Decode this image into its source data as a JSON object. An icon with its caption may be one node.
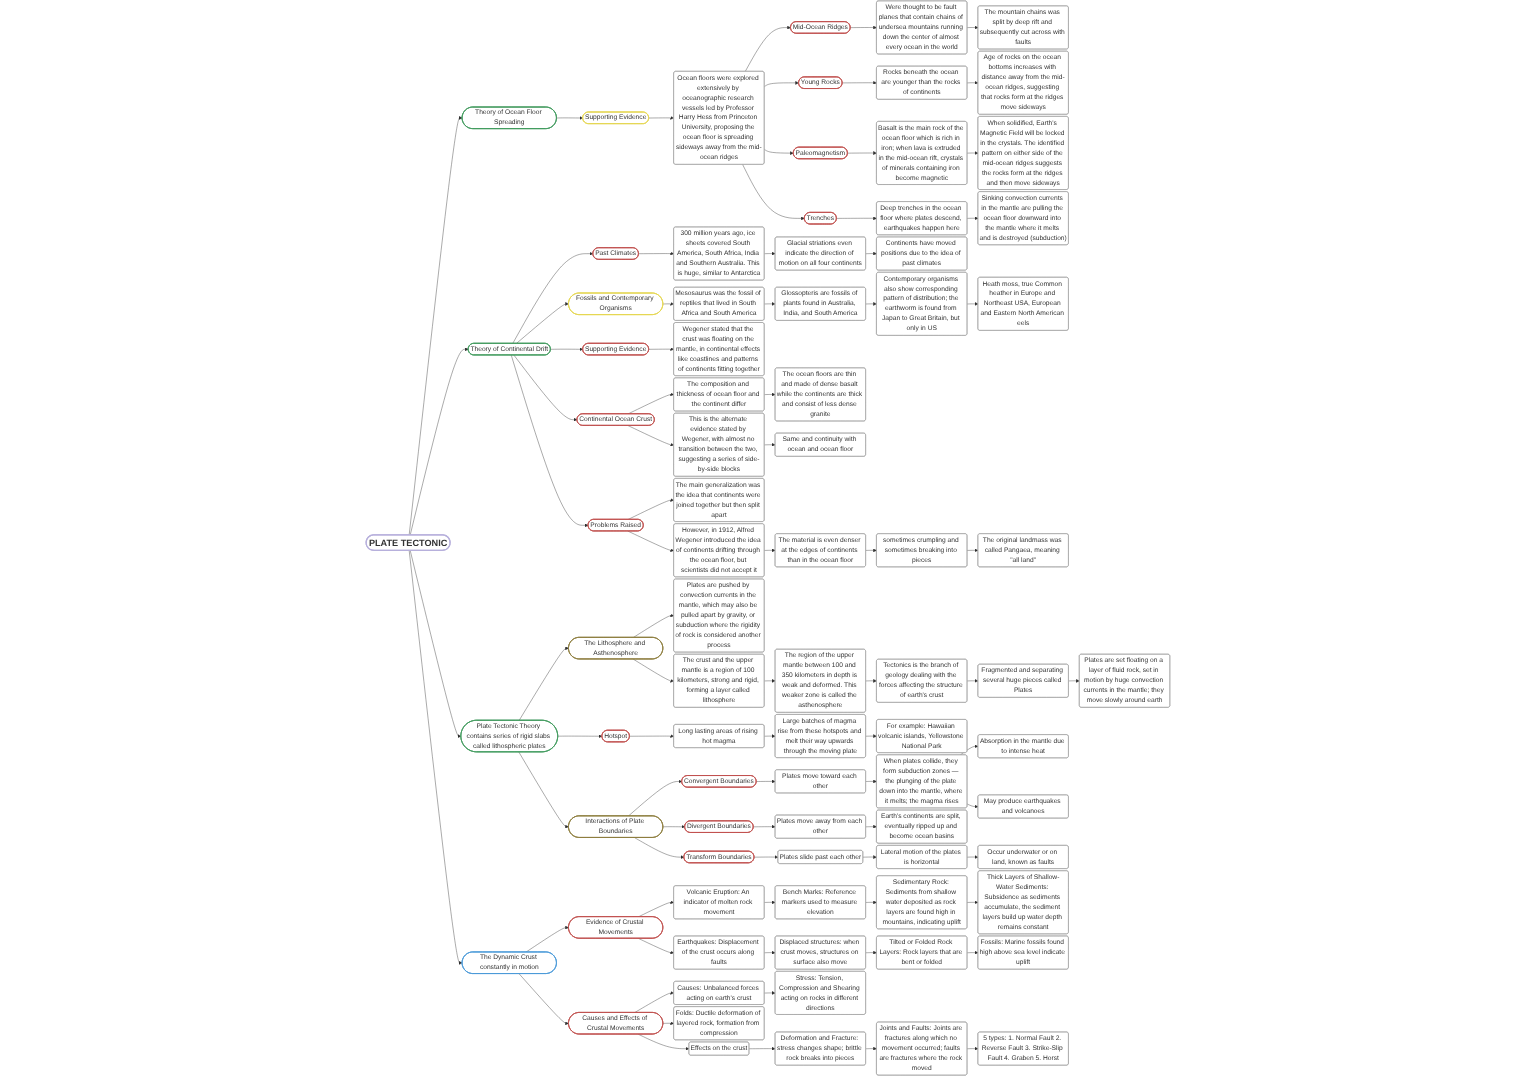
{
  "diagram": {
    "nodes": [
      {
        "text": [
          "PLATE TECTONIC"
        ]
      },
      {
        "text": [
          "Theory of Ocean Floor Spreading"
        ]
      },
      {
        "text": [
          "Supporting Evidence"
        ]
      },
      {
        "text": [
          "Ocean floors were explored extensively by oceanographic research vessels led by Professor Harry Hess from Princeton University, proposing the ocean floor is spreading sideways away from the mid-ocean ridges"
        ]
      },
      {
        "text": [
          "Mid-Ocean Ridges"
        ]
      },
      {
        "text": [
          "Were thought to be fault planes that contain chains of undersea mountains running down the center of almost every ocean in the world"
        ]
      },
      {
        "text": [
          "The mountain chains was split by deep rift and subsequently cut across with faults"
        ]
      },
      {
        "text": [
          "Young Rocks"
        ]
      },
      {
        "text": [
          "Rocks beneath the ocean are younger than the rocks of continents"
        ]
      },
      {
        "text": [
          "Age of rocks on the ocean bottoms increases with distance away from the mid-ocean ridges, suggesting that rocks form at the ridges move sideways"
        ]
      },
      {
        "text": [
          "Paleomagnetism"
        ]
      },
      {
        "text": [
          "Basalt is the main rock of the ocean floor which is rich in iron; when lava is extruded in the mid-ocean rift, crystals of minerals containing iron become magnetic"
        ]
      },
      {
        "text": [
          "When solidified, Earth's Magnetic Field will be locked in the crystals. The identified pattern on either side of the mid-ocean ridges suggests the rocks form at the ridges and then move sideways"
        ]
      },
      {
        "text": [
          "Trenches"
        ]
      },
      {
        "text": [
          "Deep trenches in the ocean floor where plates descend, earthquakes happen here"
        ]
      },
      {
        "text": [
          "Sinking convection currents in the mantle are pulling the ocean floor downward into the mantle where it melts and is destroyed (subduction)"
        ]
      },
      {
        "text": [
          "Theory of Continental Drift"
        ]
      },
      {
        "text": [
          "Past Climates"
        ]
      },
      {
        "text": [
          "300 million years ago, ice sheets covered South America, South Africa, India and Southern Australia. This is huge, similar to Antarctica"
        ]
      },
      {
        "text": [
          "Glacial striations even indicate the direction of motion on all four continents"
        ]
      },
      {
        "text": [
          "Continents have moved positions due to the idea of past climates"
        ]
      },
      {
        "text": [
          "Fossils and Contemporary Organisms"
        ]
      },
      {
        "text": [
          "Mesosaurus was the fossil of reptiles that lived in South Africa and South America"
        ]
      },
      {
        "text": [
          "Glossopteris are fossils of plants found in Australia, India, and South America"
        ]
      },
      {
        "text": [
          "Contemporary organisms also show corresponding pattern of distribution; the earthworm is found from Japan to Great Britain, but only in US"
        ]
      },
      {
        "text": [
          "Heath moss, true Common heather in Europe and Northeast USA, European and Eastern North American eels"
        ]
      },
      {
        "text": [
          "Supporting Evidence"
        ]
      },
      {
        "text": [
          "Wegener stated that the crust was floating on the mantle, in continental effects like coastlines and patterns of continents fitting together"
        ]
      },
      {
        "text": [
          "Continental Ocean Crust"
        ]
      },
      {
        "text": [
          "The composition and thickness of ocean floor and the continent differ"
        ]
      },
      {
        "text": [
          "The ocean floors are thin and made of dense basalt while the continents are thick and consist of less dense granite"
        ]
      },
      {
        "text": [
          "This is the alternate evidence stated by Wegener, with almost no transition between the two, suggesting a series of side-by-side blocks"
        ]
      },
      {
        "text": [
          "Same and continuity with ocean and ocean floor"
        ]
      },
      {
        "text": [
          "Problems Raised"
        ]
      },
      {
        "text": [
          "The main generalization was the idea that continents were joined together but then split apart"
        ]
      },
      {
        "text": [
          "However, in 1912, Alfred Wegener introduced the idea of continents drifting through the ocean floor, but scientists did not accept it"
        ]
      },
      {
        "text": [
          "The material is even denser at the edges of continents than in the ocean floor"
        ]
      },
      {
        "text": [
          "sometimes crumpling and sometimes breaking into pieces"
        ]
      },
      {
        "text": [
          "The original landmass was called Pangaea, meaning \"all land\""
        ]
      },
      {
        "text": [
          "Plate Tectonic Theory contains series of rigid slabs called lithospheric plates"
        ]
      },
      {
        "text": [
          "The Lithosphere and Asthenosphere"
        ]
      },
      {
        "text": [
          "Plates are pushed by convection currents in the mantle, which may also be pulled apart by gravity, or subduction where the rigidity of rock is considered another process"
        ]
      },
      {
        "text": [
          "The crust and the upper mantle is a region of 100 kilometers, strong and rigid, forming a layer called lithosphere"
        ]
      },
      {
        "text": [
          "The region of the upper mantle between 100 and 350 kilometers in depth is weak and deformed. This weaker zone is called the asthenosphere"
        ]
      },
      {
        "text": [
          "Tectonics is the branch of geology dealing with the forces affecting the structure of earth's crust"
        ]
      },
      {
        "text": [
          "Fragmented and separating several huge pieces called Plates"
        ]
      },
      {
        "text": [
          "Plates are set floating on a layer of fluid rock, set in motion by huge convection currents in the mantle; they move slowly around earth"
        ]
      },
      {
        "text": [
          "Hotspot"
        ]
      },
      {
        "text": [
          "Long lasting areas of rising hot magma"
        ]
      },
      {
        "text": [
          "Large batches of magma rise from these hotspots and melt their way upwards through the moving plate"
        ]
      },
      {
        "text": [
          "For example: Hawaiian volcanic islands, Yellowstone National Park"
        ]
      },
      {
        "text": [
          "Interactions of Plate Boundaries"
        ]
      },
      {
        "text": [
          "Convergent Boundaries"
        ]
      },
      {
        "text": [
          "Plates move toward each other"
        ]
      },
      {
        "text": [
          "When plates collide, they form subduction zones — the plunging of the plate down into the mantle, where it melts; the magma rises"
        ]
      },
      {
        "text": [
          "Absorption in the mantle due to intense heat"
        ]
      },
      {
        "text": [
          "May produce earthquakes and volcanoes"
        ]
      },
      {
        "text": [
          "Divergent Boundaries"
        ]
      },
      {
        "text": [
          "Plates move away from each other"
        ]
      },
      {
        "text": [
          "Earth's continents are split, eventually ripped up and become ocean basins"
        ]
      },
      {
        "text": [
          "Transform Boundaries"
        ]
      },
      {
        "text": [
          "Plates slide past each other"
        ]
      },
      {
        "text": [
          "Lateral motion of the plates is horizontal"
        ]
      },
      {
        "text": [
          "Occur underwater or on land, known as faults"
        ]
      },
      {
        "text": [
          "The Dynamic Crust constantly in motion"
        ]
      },
      {
        "text": [
          "Evidence of Crustal Movements"
        ]
      },
      {
        "text": [
          "Volcanic Eruption: An indicator of molten rock movement"
        ]
      },
      {
        "text": [
          "Bench Marks: Reference markers used to measure elevation"
        ]
      },
      {
        "text": [
          "Sedimentary Rock: Sediments from shallow water deposited as rock layers are found high in mountains, indicating uplift"
        ]
      },
      {
        "text": [
          "Thick Layers of Shallow-Water Sediments: Subsidence as sediments accumulate, the sediment layers build up water depth remains constant"
        ]
      },
      {
        "text": [
          "Earthquakes: Displacement of the crust occurs along faults"
        ]
      },
      {
        "text": [
          "Displaced structures: when crust moves, structures on surface also move"
        ]
      },
      {
        "text": [
          "Tilted or Folded Rock Layers: Rock layers that are bent or folded"
        ]
      },
      {
        "text": [
          "Fossils: Marine fossils found high above sea level indicate uplift"
        ]
      },
      {
        "text": [
          "Causes and Effects of Crustal Movements"
        ]
      },
      {
        "text": [
          "Causes: Unbalanced forces acting on earth's crust"
        ]
      },
      {
        "text": [
          "Stress: Tension, Compression and Shearing acting on rocks in different directions"
        ]
      },
      {
        "text": [
          "Folds: Ductile deformation of layered rock, formation from compression"
        ]
      },
      {
        "text": [
          "Effects on the crust"
        ]
      },
      {
        "text": [
          "Deformation and Fracture: stress changes shape; brittle rock breaks into pieces"
        ]
      },
      {
        "text": [
          "Joints and Faults: Joints are fractures along which no movement occurred; faults are fractures where the rock moved"
        ]
      },
      {
        "text": [
          "5 types: 1. Normal Fault 2. Reverse Fault 3. Strike-Slip Fault 4. Graben 5. Horst"
        ]
      }
    ],
    "edges": [
      {
        "from": 0,
        "to": 1,
        "arrow": "to"
      },
      {
        "from": 1,
        "to": 2,
        "arrow": "to"
      },
      {
        "from": 2,
        "to": 3,
        "arrow": "to"
      },
      {
        "from": 3,
        "to": 4,
        "arrow": "to"
      },
      {
        "from": 4,
        "to": 5,
        "arrow": "to"
      },
      {
        "from": 5,
        "to": 6,
        "arrow": "to"
      },
      {
        "from": 3,
        "to": 7,
        "arrow": "to"
      },
      {
        "from": 7,
        "to": 8,
        "arrow": "to"
      },
      {
        "from": 8,
        "to": 9,
        "arrow": "to"
      },
      {
        "from": 3,
        "to": 10,
        "arrow": "to"
      },
      {
        "from": 10,
        "to": 11,
        "arrow": "to"
      },
      {
        "from": 11,
        "to": 12,
        "arrow": "to"
      },
      {
        "from": 3,
        "to": 13,
        "arrow": "to"
      },
      {
        "from": 13,
        "to": 14,
        "arrow": "to"
      },
      {
        "from": 14,
        "to": 15,
        "arrow": "to"
      },
      {
        "from": 0,
        "to": 16,
        "arrow": "to"
      },
      {
        "from": 16,
        "to": 17,
        "arrow": "to"
      },
      {
        "from": 17,
        "to": 18,
        "arrow": "to"
      },
      {
        "from": 18,
        "to": 19,
        "arrow": "to"
      },
      {
        "from": 19,
        "to": 20,
        "arrow": "to"
      },
      {
        "from": 16,
        "to": 21,
        "arrow": "to"
      },
      {
        "from": 21,
        "to": 22,
        "arrow": "to"
      },
      {
        "from": 22,
        "to": 23,
        "arrow": "to"
      },
      {
        "from": 23,
        "to": 24,
        "arrow": "to"
      },
      {
        "from": 24,
        "to": 25,
        "arrow": "to"
      },
      {
        "from": 16,
        "to": 26,
        "arrow": "to"
      },
      {
        "from": 26,
        "to": 27,
        "arrow": "to"
      },
      {
        "from": 16,
        "to": 28,
        "arrow": "to"
      },
      {
        "from": 28,
        "to": 29,
        "arrow": "to"
      },
      {
        "from": 29,
        "to": 30,
        "arrow": "to"
      },
      {
        "from": 28,
        "to": 31,
        "arrow": "to"
      },
      {
        "from": 31,
        "to": 32,
        "arrow": "to"
      },
      {
        "from": 16,
        "to": 33,
        "arrow": "to"
      },
      {
        "from": 33,
        "to": 34,
        "arrow": "to"
      },
      {
        "from": 33,
        "to": 35,
        "arrow": "to"
      },
      {
        "from": 35,
        "to": 36,
        "arrow": "to"
      },
      {
        "from": 36,
        "to": 37,
        "arrow": "to"
      },
      {
        "from": 37,
        "to": 38,
        "arrow": "to"
      },
      {
        "from": 0,
        "to": 39,
        "arrow": "to"
      },
      {
        "from": 39,
        "to": 40,
        "arrow": "to"
      },
      {
        "from": 40,
        "to": 41,
        "arrow": "to"
      },
      {
        "from": 40,
        "to": 42,
        "arrow": "to"
      },
      {
        "from": 42,
        "to": 43,
        "arrow": "to"
      },
      {
        "from": 43,
        "to": 44,
        "arrow": "to"
      },
      {
        "from": 44,
        "to": 45,
        "arrow": "to"
      },
      {
        "from": 45,
        "to": 46,
        "arrow": "to"
      },
      {
        "from": 39,
        "to": 47,
        "arrow": "to"
      },
      {
        "from": 47,
        "to": 48,
        "arrow": "to"
      },
      {
        "from": 48,
        "to": 49,
        "arrow": "to"
      },
      {
        "from": 49,
        "to": 50,
        "arrow": "to"
      },
      {
        "from": 39,
        "to": 51,
        "arrow": "to"
      },
      {
        "from": 51,
        "to": 52,
        "arrow": "to"
      },
      {
        "from": 52,
        "to": 53,
        "arrow": "to"
      },
      {
        "from": 53,
        "to": 54,
        "arrow": "to"
      },
      {
        "from": 54,
        "to": 55,
        "arrow": "to"
      },
      {
        "from": 54,
        "to": 56,
        "arrow": "to"
      },
      {
        "from": 51,
        "to": 57,
        "arrow": "to"
      },
      {
        "from": 57,
        "to": 58,
        "arrow": "to"
      },
      {
        "from": 58,
        "to": 59,
        "arrow": "to"
      },
      {
        "from": 51,
        "to": 60,
        "arrow": "to"
      },
      {
        "from": 60,
        "to": 61,
        "arrow": "to"
      },
      {
        "from": 61,
        "to": 62,
        "arrow": "to"
      },
      {
        "from": 62,
        "to": 63,
        "arrow": "to"
      },
      {
        "from": 0,
        "to": 64,
        "arrow": "to"
      },
      {
        "from": 64,
        "to": 65,
        "arrow": "to"
      },
      {
        "from": 65,
        "to": 66,
        "arrow": "to"
      },
      {
        "from": 66,
        "to": 67,
        "arrow": "to"
      },
      {
        "from": 67,
        "to": 68,
        "arrow": "to"
      },
      {
        "from": 68,
        "to": 69,
        "arrow": "to"
      },
      {
        "from": 65,
        "to": 70,
        "arrow": "to"
      },
      {
        "from": 70,
        "to": 71,
        "arrow": "to"
      },
      {
        "from": 71,
        "to": 72,
        "arrow": "to"
      },
      {
        "from": 72,
        "to": 73,
        "arrow": "to"
      },
      {
        "from": 64,
        "to": 74,
        "arrow": "to"
      },
      {
        "from": 74,
        "to": 75,
        "arrow": "to"
      },
      {
        "from": 75,
        "to": 76,
        "arrow": "to"
      },
      {
        "from": 74,
        "to": 77,
        "arrow": "to"
      },
      {
        "from": 74,
        "to": 78,
        "arrow": "to"
      },
      {
        "from": 78,
        "to": 79,
        "arrow": "to"
      },
      {
        "from": 79,
        "to": 80,
        "arrow": "to"
      },
      {
        "from": 80,
        "to": 81,
        "arrow": "to"
      }
    ]
  }
}
